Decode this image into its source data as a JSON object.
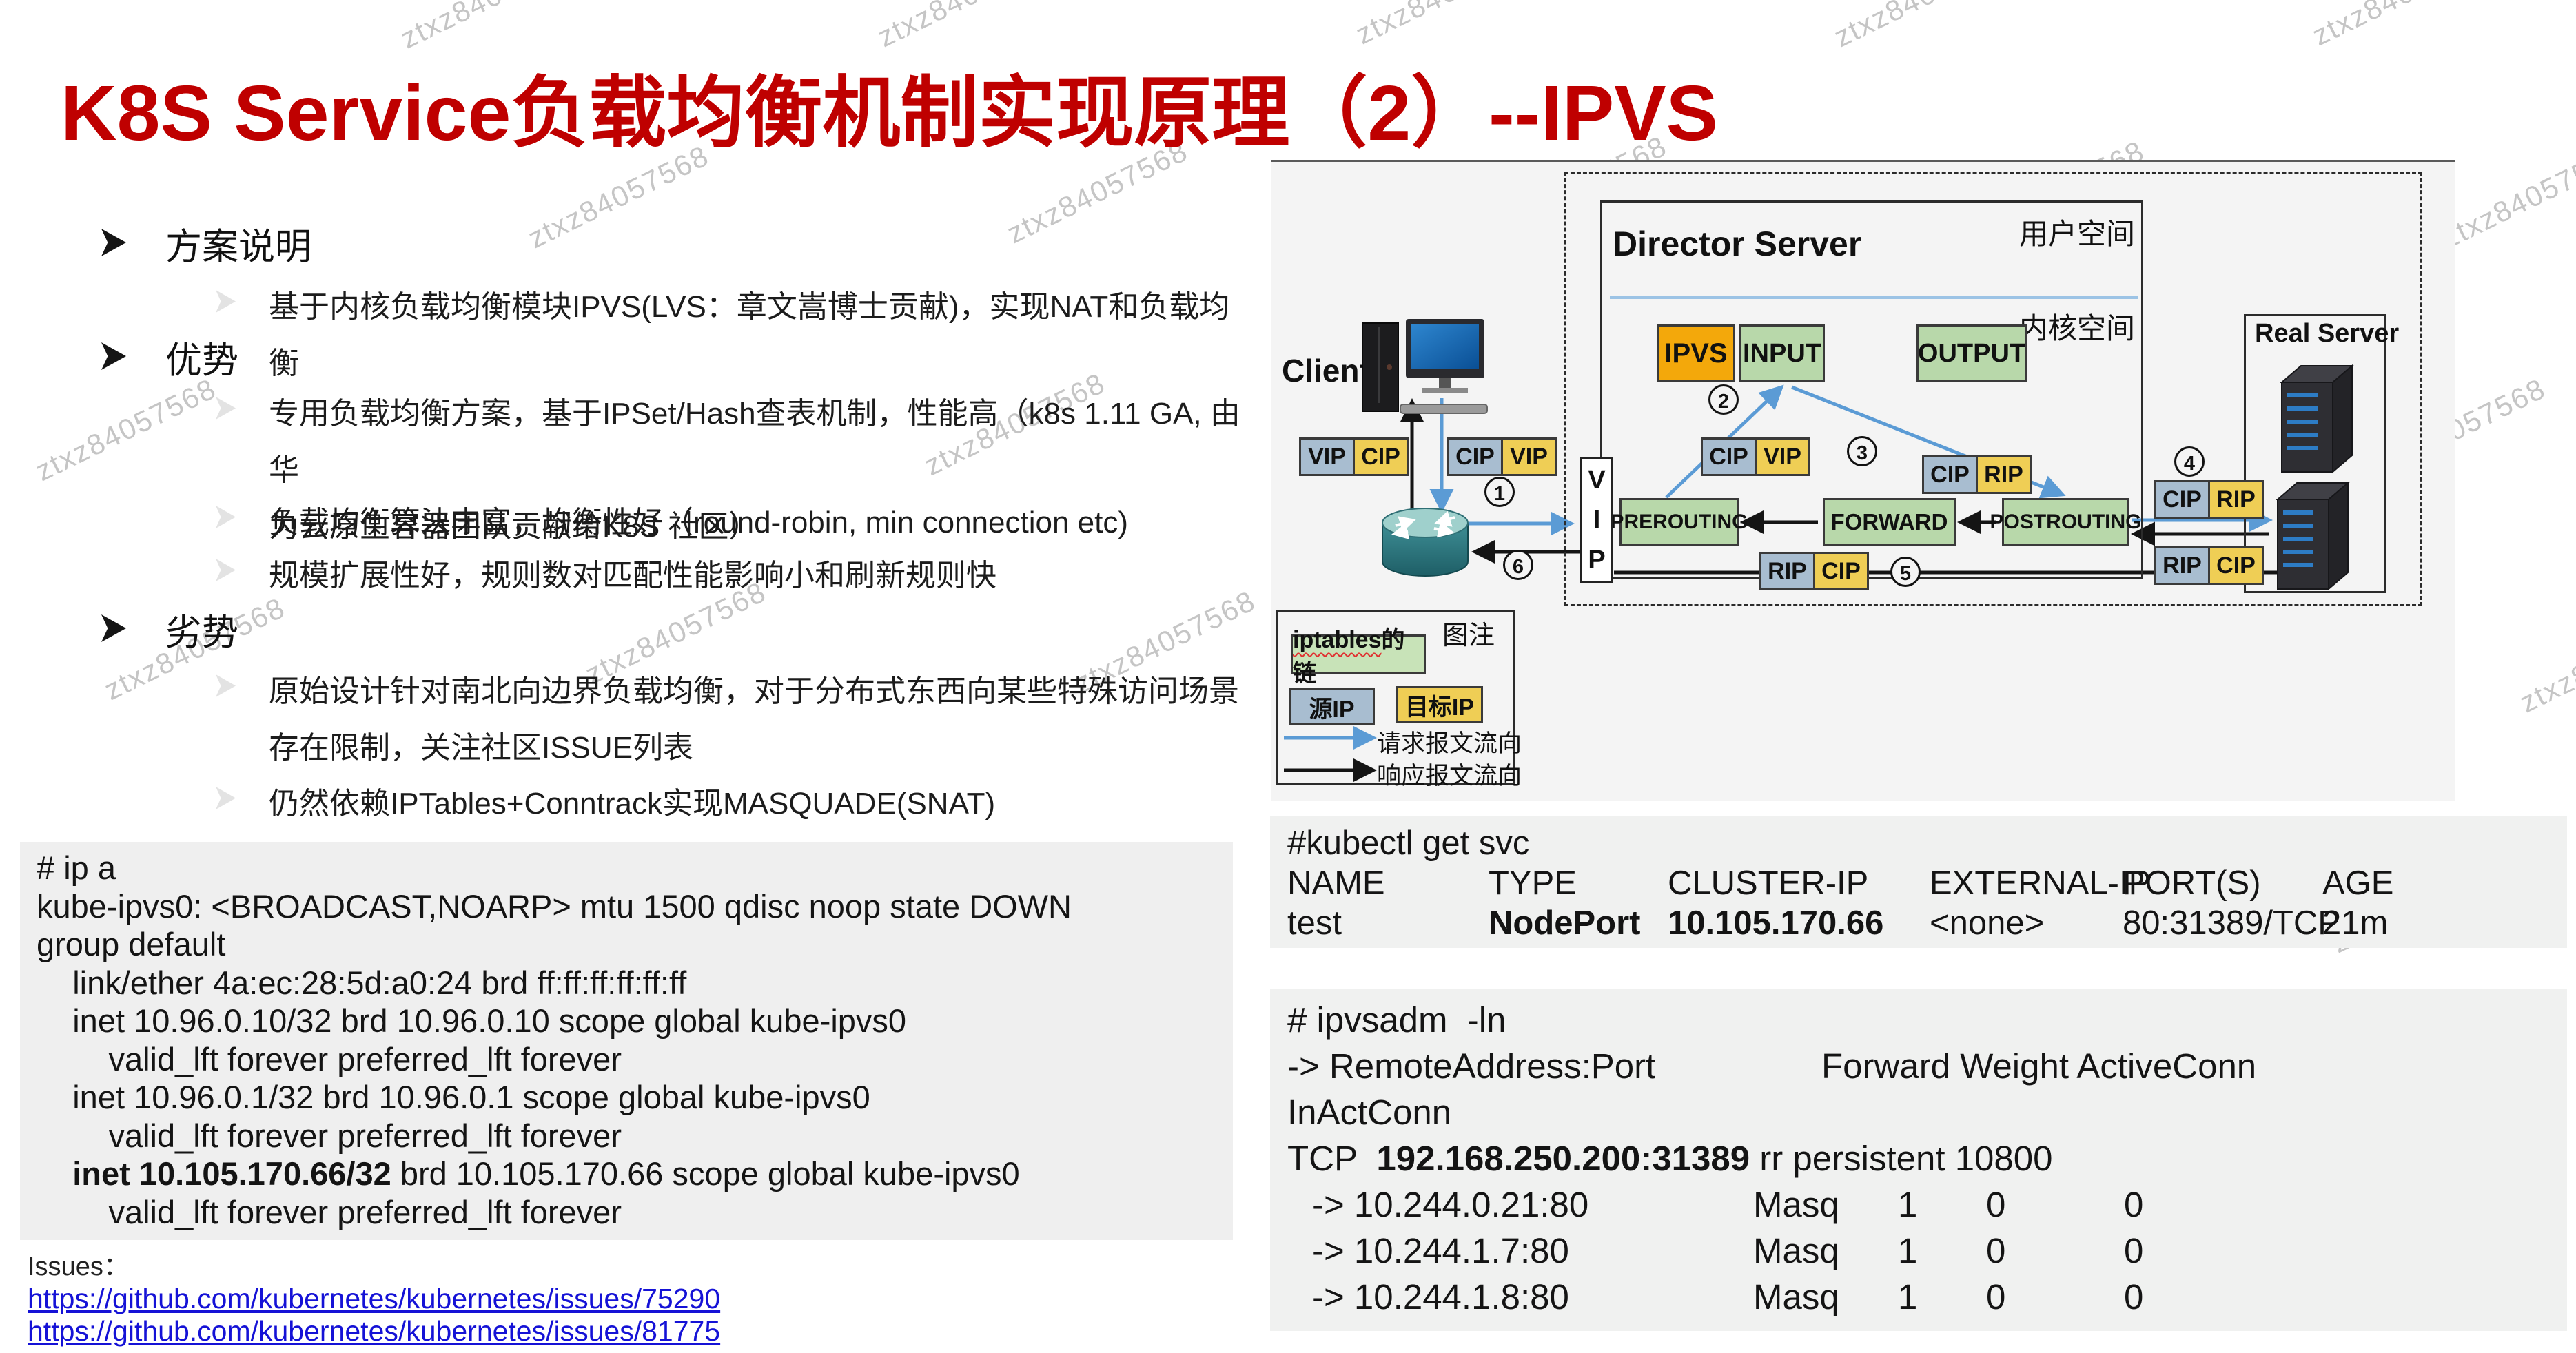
{
  "watermark": {
    "text": "ztxz84057568",
    "positions": [
      [
        570,
        -28
      ],
      [
        1262,
        -30
      ],
      [
        1956,
        -34
      ],
      [
        2650,
        -30
      ],
      [
        3344,
        -32
      ],
      [
        755,
        262
      ],
      [
        1450,
        255
      ],
      [
        2145,
        248
      ],
      [
        2838,
        255
      ],
      [
        3532,
        262
      ],
      [
        40,
        600
      ],
      [
        1330,
        592
      ],
      [
        2028,
        585
      ],
      [
        2725,
        592
      ],
      [
        3420,
        600
      ],
      [
        140,
        918
      ],
      [
        838,
        895
      ],
      [
        1548,
        908
      ],
      [
        2245,
        918
      ],
      [
        2945,
        928
      ],
      [
        3645,
        936
      ],
      [
        100,
        1272
      ],
      [
        1265,
        1278
      ],
      [
        1972,
        1270
      ],
      [
        2672,
        1278
      ],
      [
        3372,
        1285
      ]
    ]
  },
  "title": "K8S Service负载均衡机制实现原理（2）--IPVS",
  "bullets": [
    {
      "level": 1,
      "lines": [
        "方案说明"
      ]
    },
    {
      "level": 2,
      "lines": [
        "基于内核负载均衡模块IPVS(LVS：章文嵩博士贡献)，实现NAT和负载均衡"
      ]
    },
    {
      "level": 1,
      "lines": [
        "优势"
      ]
    },
    {
      "level": 2,
      "lines": [
        "专用负载均衡方案，基于IPSet/Hash查表机制，性能高（k8s 1.11 GA, 由华",
        "为云原生容器团队贡献给K8S 社区）"
      ]
    },
    {
      "level": 2,
      "lines": [
        "负载均衡算法丰富，均衡性好（round-robin, min connection etc)"
      ]
    },
    {
      "level": 2,
      "lines": [
        "规模扩展性好，规则数对匹配性能影响小和刷新规则快"
      ]
    },
    {
      "level": 1,
      "lines": [
        "劣势"
      ]
    },
    {
      "level": 2,
      "lines": [
        "原始设计针对南北向边界负载均衡，对于分布式东西向某些特殊访问场景",
        "存在限制，关注社区ISSUE列表"
      ]
    },
    {
      "level": 2,
      "lines": [
        "仍然依赖IPTables+Conntrack实现MASQUADE(SNAT)"
      ]
    }
  ],
  "ip_a": {
    "lines": [
      [
        {
          "t": "# ip a"
        }
      ],
      [
        {
          "t": "kube-ipvs0: <BROADCAST,NOARP> mtu 1500 qdisc noop state DOWN"
        }
      ],
      [
        {
          "t": "group default"
        }
      ],
      [
        {
          "t": "    link/ether 4a:ec:28:5d:a0:24 brd ff:ff:ff:ff:ff:ff"
        }
      ],
      [
        {
          "t": "    inet 10.96.0.10/32 brd 10.96.0.10 scope global kube-ipvs0"
        }
      ],
      [
        {
          "t": "        valid_lft forever preferred_lft forever"
        }
      ],
      [
        {
          "t": "    inet 10.96.0.1/32 brd 10.96.0.1 scope global kube-ipvs0"
        }
      ],
      [
        {
          "t": "        valid_lft forever preferred_lft forever"
        }
      ],
      [
        {
          "t": "    "
        },
        {
          "t": "inet 10.105.170.66/32",
          "b": true
        },
        {
          "t": " brd 10.105.170.66 scope global kube-ipvs0"
        }
      ],
      [
        {
          "t": "        valid_lft forever preferred_lft forever"
        }
      ]
    ]
  },
  "issues": {
    "label": "Issues：",
    "links": [
      "https://github.com/kubernetes/kubernetes/issues/75290",
      "https://github.com/kubernetes/kubernetes/issues/81775"
    ]
  },
  "diagram": {
    "client_label": "Client",
    "director_label": "Director Server",
    "user_space_label": "用户空间",
    "kernel_space_label": "内核空间",
    "real_server_label": "Real Server",
    "vip_letters": [
      "V",
      "I",
      "P"
    ],
    "chains": {
      "ipvs": "IPVS",
      "input": "INPUT",
      "output": "OUTPUT",
      "prerouting": "PREROUTING",
      "forward": "FORWARD",
      "postrouting": "POSTROUTING"
    },
    "packets": {
      "client_response": [
        "VIP",
        "CIP"
      ],
      "client_request": [
        "CIP",
        "VIP"
      ],
      "director_request": [
        "CIP",
        "VIP"
      ],
      "director_forward": [
        "CIP",
        "RIP"
      ],
      "director_return": [
        "RIP",
        "CIP"
      ],
      "realserver_request": [
        "CIP",
        "RIP"
      ],
      "realserver_response": [
        "RIP",
        "CIP"
      ]
    },
    "steps": [
      "1",
      "2",
      "3",
      "4",
      "5",
      "6"
    ],
    "legend": {
      "title": "图注",
      "chain_label_prefix": "iptables",
      "chain_label_suffix": "的链",
      "source_ip": "源IP",
      "dest_ip": "目标IP",
      "request_flow": "请求报文流向",
      "response_flow": "响应报文流向"
    },
    "colors": {
      "source_ip": "#a8bdd0",
      "dest_ip": "#efce55",
      "chain_green": "#b8d8aa",
      "ipvs_orange": "#f3a80b",
      "request_arrow": "#5b9bd5",
      "response_arrow": "#141414",
      "title_red": "#bf0000"
    }
  },
  "kubectl": {
    "cmd": "#kubectl get svc",
    "headers": [
      "NAME",
      "TYPE",
      "CLUSTER-IP",
      "EXTERNAL-IP",
      "PORT(S)",
      "AGE"
    ],
    "row": [
      {
        "t": "test"
      },
      {
        "t": "NodePort",
        "b": true
      },
      {
        "t": "10.105.170.66",
        "b": true
      },
      {
        "t": "<none>"
      },
      {
        "t": "80:31389/TCP"
      },
      {
        "t": "21m"
      }
    ]
  },
  "ipvsadm": {
    "cmd": "# ipvsadm  -ln",
    "header_left": "-> RemoteAddress:Port",
    "header_right": "Forward Weight ActiveConn",
    "header_wrap": "InActConn",
    "service_line": [
      {
        "t": "TCP  "
      },
      {
        "t": "192.168.250.200:31389",
        "b": true
      },
      {
        "t": " rr persistent 10800"
      }
    ],
    "backends": [
      [
        "-> 10.244.0.21:80",
        "Masq",
        "1",
        "0",
        "0"
      ],
      [
        "-> 10.244.1.7:80",
        "Masq",
        "1",
        "0",
        "0"
      ],
      [
        "-> 10.244.1.8:80",
        "Masq",
        "1",
        "0",
        "0"
      ]
    ]
  }
}
